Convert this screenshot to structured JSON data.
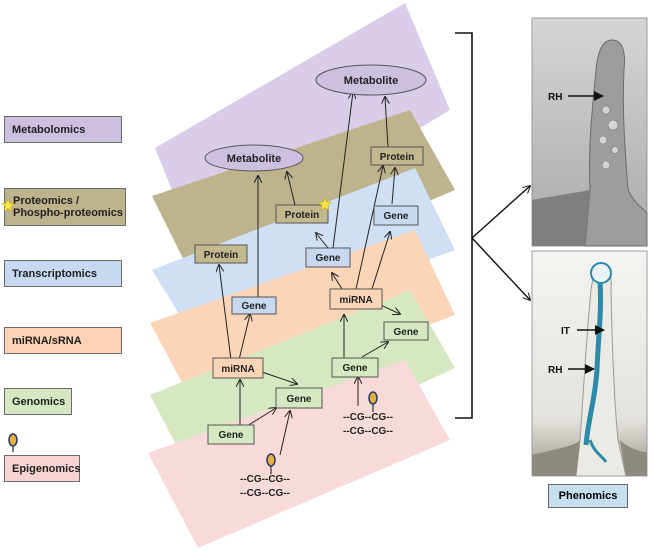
{
  "layer_labels": {
    "metabolomics": "Metabolomics",
    "proteomics_line1": "Proteomics /",
    "proteomics_line2": "Phospho-proteomics",
    "transcriptomics": "Transcriptomics",
    "mirna": "miRNA/sRNA",
    "genomics": "Genomics",
    "epigenomics": "Epigenomics"
  },
  "nodes": {
    "metabolite_left": "Metabolite",
    "metabolite_right": "Metabolite",
    "protein_left": "Protein",
    "protein_mid": "Protein",
    "protein_right": "Protein",
    "gene_trans_left": "Gene",
    "gene_trans_mid": "Gene",
    "gene_trans_right": "Gene",
    "mirna_left": "miRNA",
    "mirna_right": "miRNA",
    "gene_mirna_right": "Gene",
    "gene_genomic_left": "Gene",
    "gene_genomic_mid": "Gene",
    "gene_genomic_right": "Gene"
  },
  "methylation": {
    "left_line1": "--CG--CG--",
    "left_line2": "--CG--CG--",
    "right_line1": "--CG--CG--",
    "right_line2": "--CG--CG--"
  },
  "phenotype": {
    "upper_rh": "RH",
    "lower_it": "IT",
    "lower_rh": "RH"
  },
  "phenomics_label": "Phenomics",
  "colors": {
    "metabolomics": "#d9cdea",
    "proteomics": "#bdb48e",
    "transcriptomics": "#cfe0f5",
    "mirna": "#fcd5b8",
    "genomics": "#d6e8c1",
    "epigenomics": "#f9dada",
    "stain": "#2a8aa8"
  }
}
